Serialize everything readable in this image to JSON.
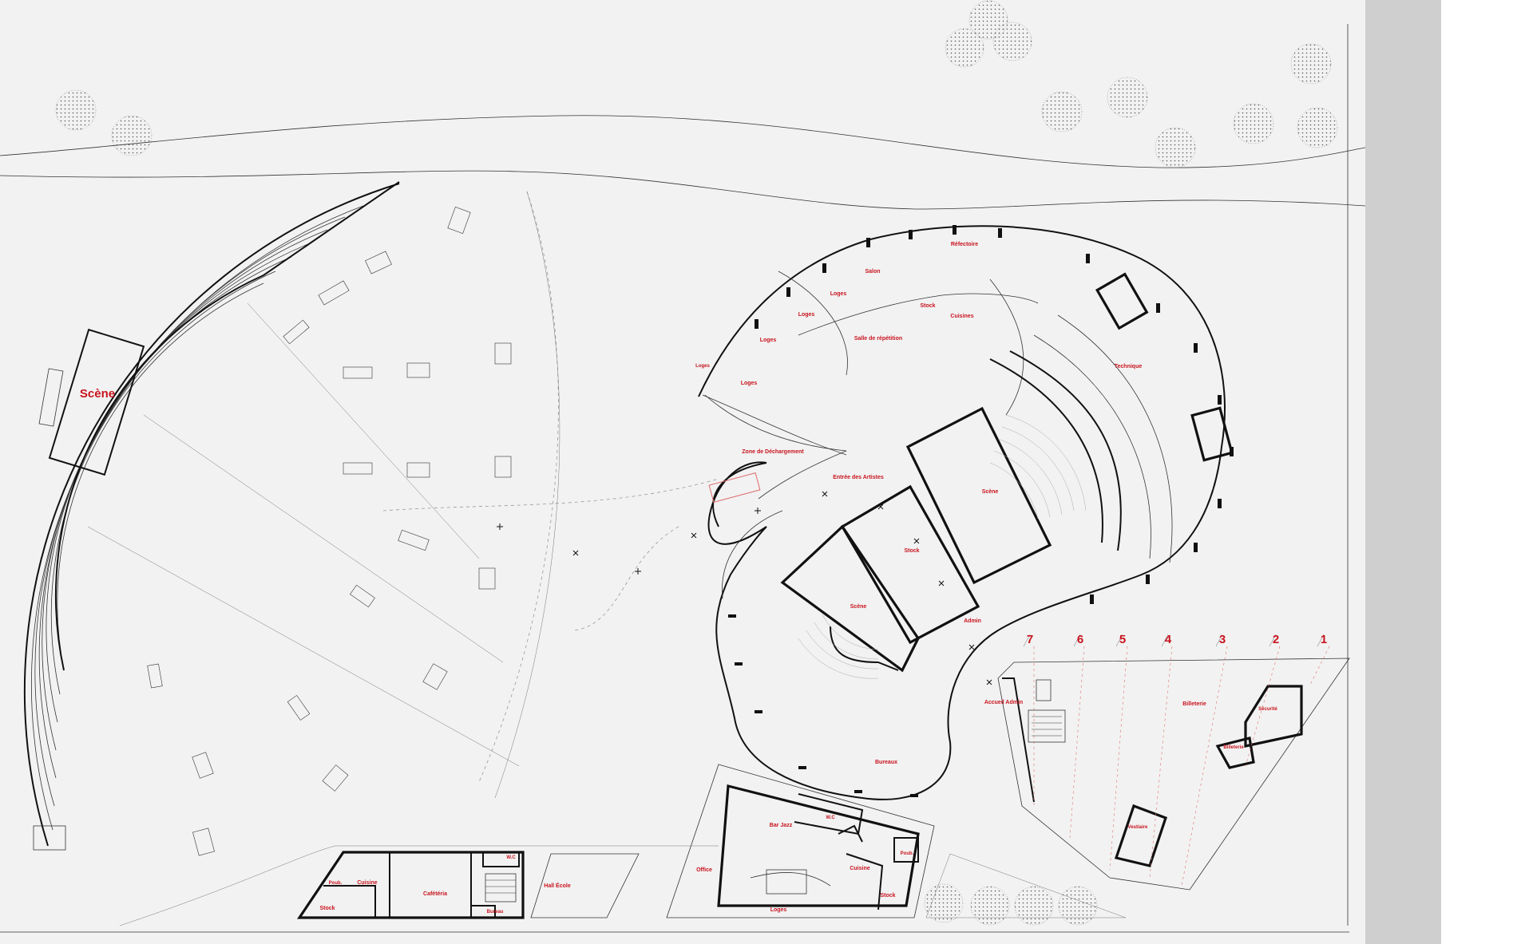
{
  "plan": {
    "outdoor_labels": [
      {
        "id": "scene-outdoor",
        "text": "Scène"
      },
      {
        "id": "zone-dechargement",
        "text": "Zone de Déchargement"
      },
      {
        "id": "entree-artistes",
        "text": "Entrée des Artistes"
      }
    ],
    "rooms": [
      {
        "id": "refectoire",
        "text": "Réfectoire"
      },
      {
        "id": "salon",
        "text": "Salon"
      },
      {
        "id": "loges-1",
        "text": "Loges"
      },
      {
        "id": "loges-2",
        "text": "Loges"
      },
      {
        "id": "loges-3",
        "text": "Loges"
      },
      {
        "id": "loges-4",
        "text": "Loges"
      },
      {
        "id": "loges-5",
        "text": "Loges"
      },
      {
        "id": "stock-top",
        "text": "Stock"
      },
      {
        "id": "cuisines",
        "text": "Cuisines"
      },
      {
        "id": "salle-repetition",
        "text": "Salle de répétition"
      },
      {
        "id": "technique",
        "text": "Technique"
      },
      {
        "id": "scene-main",
        "text": "Scène"
      },
      {
        "id": "stock-center",
        "text": "Stock"
      },
      {
        "id": "scene-second",
        "text": "Scène"
      },
      {
        "id": "admin",
        "text": "Admin"
      },
      {
        "id": "accueil-admin",
        "text": "Accueil Admin"
      },
      {
        "id": "bureaux",
        "text": "Bureaux"
      },
      {
        "id": "billeterie",
        "text": "Billeterie"
      },
      {
        "id": "securite",
        "text": "Sécurité"
      },
      {
        "id": "billeterie-2",
        "text": "Billeterie"
      },
      {
        "id": "vestiaire",
        "text": "Vestiaire"
      },
      {
        "id": "bar-jazz",
        "text": "Bar Jazz"
      },
      {
        "id": "wc-bar",
        "text": "W.C"
      },
      {
        "id": "office",
        "text": "Office"
      },
      {
        "id": "poubelle-bar",
        "text": "Poub."
      },
      {
        "id": "cuisine-bar",
        "text": "Cuisine"
      },
      {
        "id": "stock-bar",
        "text": "Stock"
      },
      {
        "id": "loges-bar",
        "text": "Loges"
      },
      {
        "id": "poubelle-caf",
        "text": "Poub."
      },
      {
        "id": "cuisine-caf",
        "text": "Cuisine"
      },
      {
        "id": "cafeteria",
        "text": "Cafétéria"
      },
      {
        "id": "wc-caf",
        "text": "W.C"
      },
      {
        "id": "stock-caf",
        "text": "Stock"
      },
      {
        "id": "bureau-caf",
        "text": "Bureau"
      },
      {
        "id": "hall-ecole",
        "text": "Hall École"
      }
    ],
    "grid_axes": [
      "7",
      "6",
      "5",
      "4",
      "3",
      "2",
      "1"
    ],
    "colors": {
      "label_red": "#c8141e",
      "wall": "#111111",
      "background": "#f2f2f2",
      "margin_bar": "#cfcfcf"
    }
  }
}
